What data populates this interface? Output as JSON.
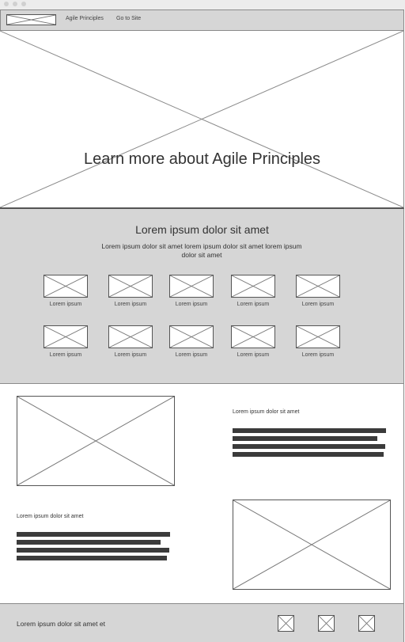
{
  "nav": {
    "links": [
      "Agile Principles",
      "Go to Site"
    ]
  },
  "hero": {
    "title": "Learn more about Agile Principles"
  },
  "features": {
    "title": "Lorem ipsum dolor sit amet",
    "subtitle": "Lorem ipsum dolor sit amet lorem ipsum dolor sit amet lorem ipsum dolor sit amet",
    "row1": [
      "Lorem ipsum",
      "Lorem ipsum",
      "Lorem ipsum",
      "Lorem ipsum",
      "Lorem ipsum"
    ],
    "row2": [
      "Lorem ipsum",
      "Lorem ipsum",
      "Lorem ipsum",
      "Lorem ipsum",
      "Lorem ipsum"
    ]
  },
  "content": {
    "block1_heading": "Lorem ipsum dolor sit amet",
    "block2_heading": "Lorem ipsum dolor sit amet"
  },
  "footer": {
    "text": "Lorem ipsum dolor sit amet et"
  },
  "colors": {
    "band": "#d6d6d6",
    "text_bar": "#3b3b3b"
  }
}
